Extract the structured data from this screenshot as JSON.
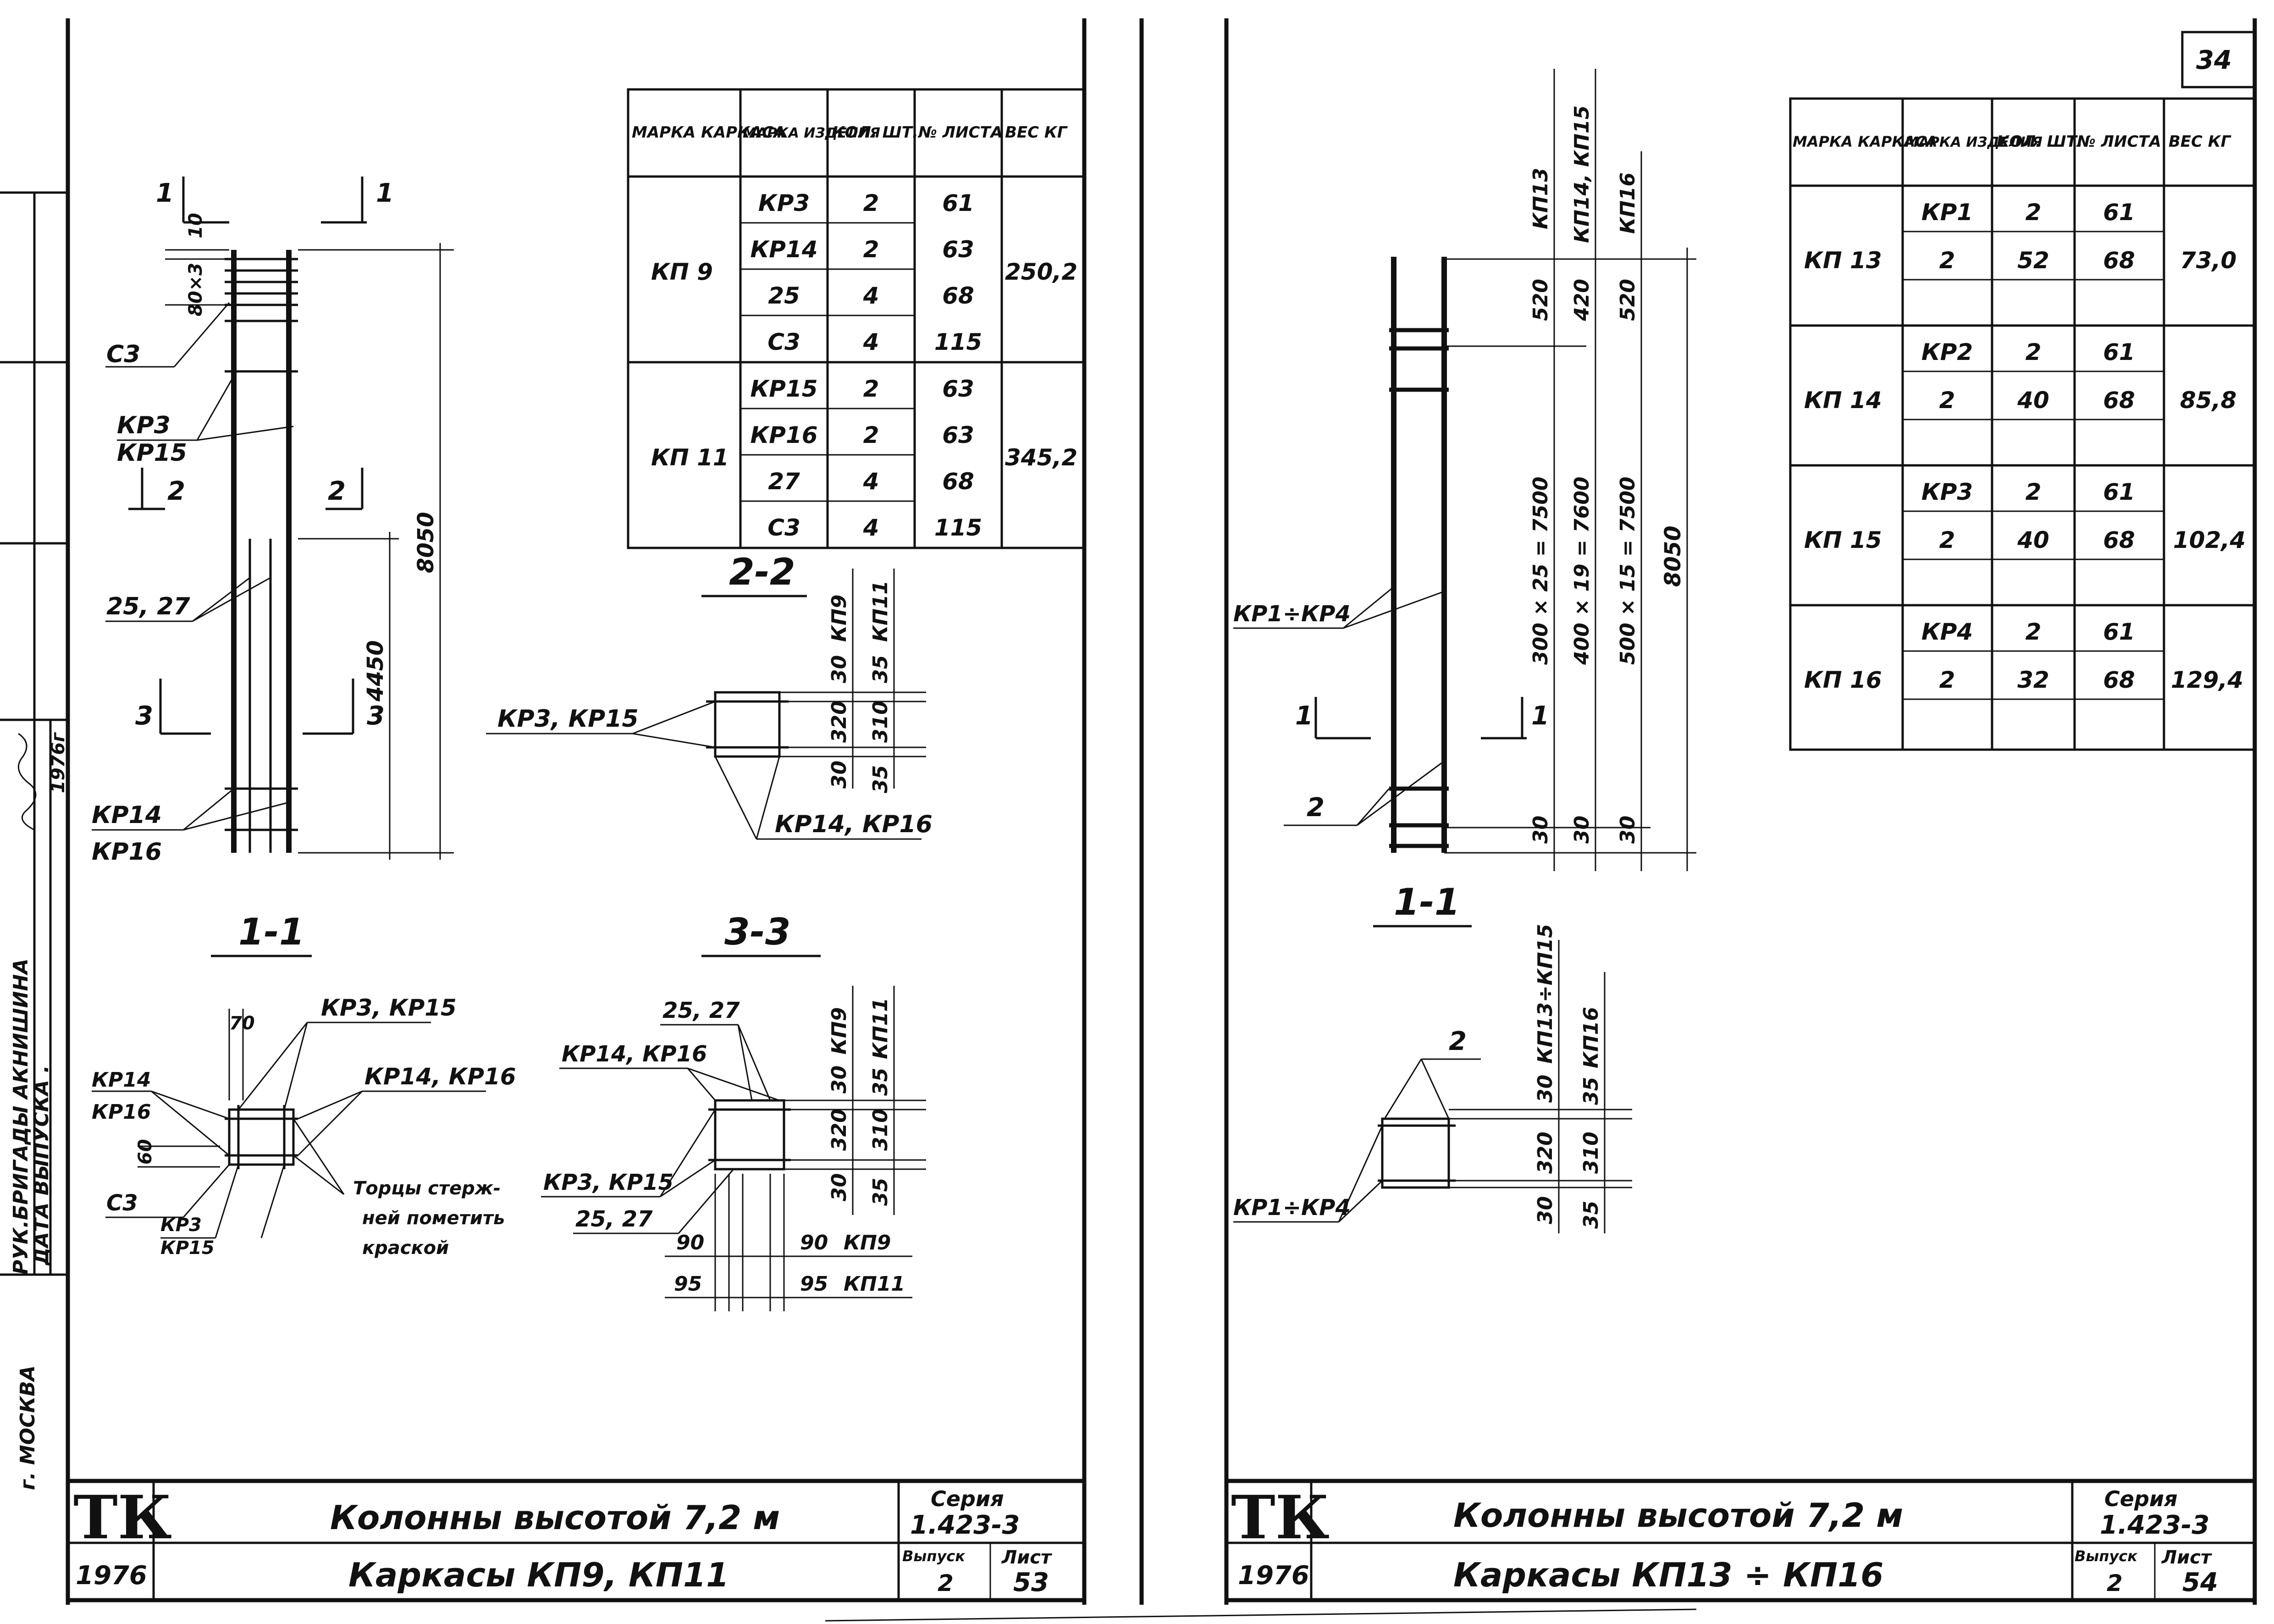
{
  "side_strip": {
    "role_labels": "РУК.БРИГАДЫ  АКНИШИНА",
    "date_label": "ДАТА ВЫПУСКА .",
    "year": "1976г",
    "city": "г. МОСКВА"
  },
  "left_sheet": {
    "table": {
      "headers": [
        "МАРКА КАРКАСА",
        "МАРКА ИЗДЕЛИЯ",
        "КОЛ. ШТ.",
        "№ ЛИСТА",
        "ВЕС КГ"
      ],
      "groups": [
        {
          "frame": "КП 9",
          "weight": "250,2",
          "rows": [
            [
              "КР3",
              "2",
              "61"
            ],
            [
              "КР14",
              "2",
              "63"
            ],
            [
              "25",
              "4",
              "68"
            ],
            [
              "С3",
              "4",
              "115"
            ]
          ]
        },
        {
          "frame": "КП 11",
          "weight": "345,2",
          "rows": [
            [
              "КР15",
              "2",
              "63"
            ],
            [
              "КР16",
              "2",
              "63"
            ],
            [
              "27",
              "4",
              "68"
            ],
            [
              "С3",
              "4",
              "115"
            ]
          ]
        }
      ]
    },
    "elevation": {
      "labels": [
        "С3",
        "КР3",
        "КР15",
        "25, 27",
        "КР14",
        "КР16"
      ],
      "dims": [
        "10",
        "80×3",
        "4450",
        "8050"
      ],
      "section_marks": [
        "1",
        "1",
        "2",
        "2",
        "3",
        "3"
      ]
    },
    "section_1_1": {
      "title": "1-1",
      "labels": [
        "КР14",
        "КР16",
        "С3",
        "КР3",
        "КР15",
        "КР3, КР15",
        "КР14, КР16"
      ],
      "dims": [
        "70",
        "60"
      ],
      "note": [
        "Торцы стерж-",
        "ней пометить",
        "краской"
      ]
    },
    "section_2_2": {
      "title": "2-2",
      "labels": [
        "КР3, КР15",
        "КР14, КР16"
      ],
      "col_heads": [
        "КП9",
        "КП11"
      ],
      "dims": [
        "30",
        "320",
        "30",
        "35",
        "310",
        "35"
      ]
    },
    "section_3_3": {
      "title": "3-3",
      "labels": [
        "25, 27",
        "КР14, КР16",
        "КР3, КР15",
        "25, 27"
      ],
      "col_heads": [
        "КП9",
        "КП11"
      ],
      "dims": [
        "30",
        "320",
        "30",
        "35",
        "310",
        "35",
        "90",
        "90",
        "КП9",
        "95",
        "95",
        "КП11"
      ]
    },
    "title_block": {
      "logo": "ТК",
      "year": "1976",
      "line1": "Колонны высотой 7,2 м",
      "line2": "Каркасы КП9, КП11",
      "series_label": "Серия",
      "series": "1.423-3",
      "issue_label": "Выпуск",
      "issue": "2",
      "sheet_label": "Лист",
      "sheet": "53"
    }
  },
  "right_sheet": {
    "page_no": "34",
    "table": {
      "headers": [
        "МАРКА КАРКАСА",
        "МАРКА ИЗДЕЛИЯ",
        "КОЛ. ШТ.",
        "№ ЛИСТА",
        "ВЕС КГ"
      ],
      "groups": [
        {
          "frame": "КП 13",
          "weight": "73,0",
          "rows": [
            [
              "КР1",
              "2",
              "61"
            ],
            [
              "2",
              "52",
              "68"
            ],
            [
              "",
              "",
              ""
            ]
          ]
        },
        {
          "frame": "КП 14",
          "weight": "85,8",
          "rows": [
            [
              "КР2",
              "2",
              "61"
            ],
            [
              "2",
              "40",
              "68"
            ],
            [
              "",
              "",
              ""
            ]
          ]
        },
        {
          "frame": "КП 15",
          "weight": "102,4",
          "rows": [
            [
              "КР3",
              "2",
              "61"
            ],
            [
              "2",
              "40",
              "68"
            ],
            [
              "",
              "",
              ""
            ]
          ]
        },
        {
          "frame": "КП 16",
          "weight": "129,4",
          "rows": [
            [
              "КР4",
              "2",
              "61"
            ],
            [
              "2",
              "32",
              "68"
            ],
            [
              "",
              "",
              ""
            ]
          ]
        }
      ]
    },
    "elevation": {
      "col_heads": [
        "КП13",
        "КП14, КП15",
        "КП16"
      ],
      "top_dims": [
        "520",
        "420",
        "520"
      ],
      "mid_dims": [
        "300 × 25 = 7500",
        "400 × 19 = 7600",
        "500 × 15 = 7500",
        "8050"
      ],
      "bot_dims": [
        "30",
        "30",
        "30"
      ],
      "labels": [
        "КР1÷КР4",
        "2"
      ],
      "section_marks": [
        "1",
        "1"
      ],
      "section_title": "1-1"
    },
    "section_1_1": {
      "labels": [
        "2",
        "КР1÷КР4"
      ],
      "col_heads": [
        "КП13÷КП15",
        "КП16"
      ],
      "dims": [
        "30",
        "320",
        "30",
        "35",
        "310",
        "35"
      ]
    },
    "title_block": {
      "logo": "ТК",
      "year": "1976",
      "line1": "Колонны высотой 7,2 м",
      "line2": "Каркасы КП13 ÷ КП16",
      "series_label": "Серия",
      "series": "1.423-3",
      "issue_label": "Выпуск",
      "issue": "2",
      "sheet_label": "Лист",
      "sheet": "54"
    }
  }
}
